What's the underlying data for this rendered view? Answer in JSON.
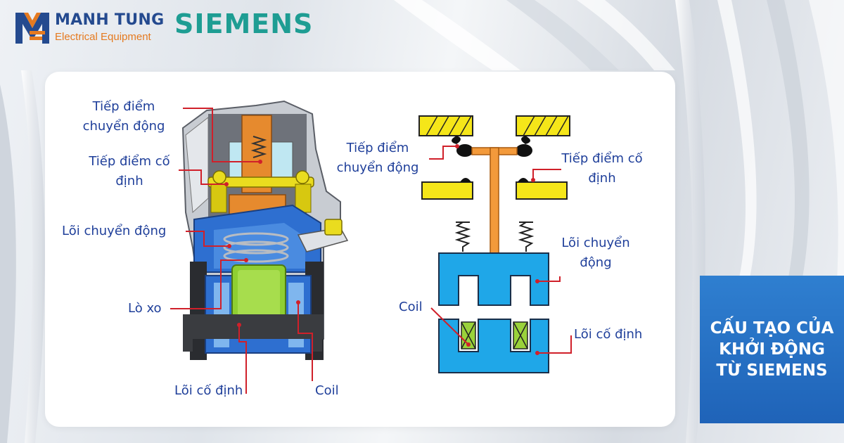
{
  "brand": {
    "company_name": "MANH TUNG",
    "tagline": "Electrical Equipment",
    "partner": "SIEMENS"
  },
  "title": "CẤU TẠO CỦA KHỞI ĐỘNG TỪ SIEMENS",
  "cutaway_labels": {
    "moving_contact": "Tiếp điểm chuyển động",
    "fixed_contact": "Tiếp điểm cố định",
    "moving_core": "Lõi chuyển động",
    "spring": "Lò xo",
    "fixed_core": "Lõi cố định",
    "coil": "Coil"
  },
  "schematic_labels": {
    "moving_contact": "Tiếp điểm chuyển động",
    "fixed_contact": "Tiếp điểm cố định",
    "moving_core": "Lõi chuyển động",
    "coil": "Coil",
    "fixed_core": "Lõi cố định"
  },
  "colors": {
    "brand_blue": "#244a8f",
    "brand_orange": "#e57a20",
    "siemens_teal": "#1e9d93",
    "label_blue": "#1f3f9a",
    "leader_red": "#d0202a",
    "core_blue": "#1fa7e8",
    "contact_yellow": "#f5e619",
    "coil_green": "#9ad23a",
    "arm_orange": "#f39a3b",
    "title_bg": "#2470c4"
  }
}
